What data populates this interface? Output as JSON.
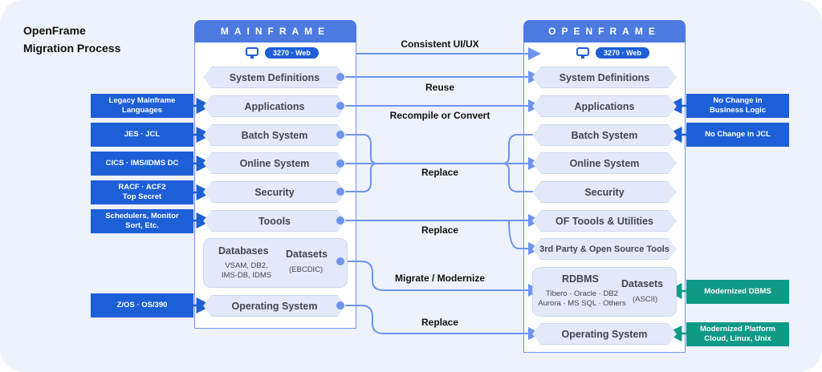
{
  "title": {
    "line1": "OpenFrame",
    "line2": "Migration Process"
  },
  "colors": {
    "header": "#4c7ae0",
    "tag_blue": "#1d5fd6",
    "tag_teal": "#0f9a86",
    "wire": "#6e94f0",
    "node_bg": "#e3e9f8"
  },
  "mainframe": {
    "header": "MAINFRAME",
    "ui_icon": "monitor-icon",
    "ui_badge": "3270 · Web",
    "nodes": [
      "System Definitions",
      "Applications",
      "Batch System",
      "Online System",
      "Security",
      "Toools"
    ],
    "data": {
      "databases": "Databases",
      "databases_sub1": "VSAM, DB2,",
      "databases_sub2": "IMS-DB, IDMS",
      "datasets": "Datasets",
      "datasets_sub": "(EBCDIC)"
    },
    "os": "Operating System"
  },
  "openframe": {
    "header": "OPENFRAME",
    "ui_icon": "monitor-icon",
    "ui_badge": "3270 · Web",
    "nodes": [
      "System Definitions",
      "Applications",
      "Batch System",
      "Online System",
      "Security",
      "OF Toools & Utilities",
      "3rd Party & Open Source Tools"
    ],
    "data": {
      "rdbms": "RDBMS",
      "rdbms_sub1": "Tibero · Oracle · DB2",
      "rdbms_sub2": "Aurora · MS SQL · Others",
      "datasets": "Datasets",
      "datasets_sub": "(ASCII)"
    },
    "os": "Operating System"
  },
  "left_tags": [
    {
      "line1": "Legacy Mainframe",
      "line2": "Languages"
    },
    {
      "line1": "JES · JCL",
      "line2": ""
    },
    {
      "line1": "CICS · IMS/IDMS DC",
      "line2": ""
    },
    {
      "line1": "RACF · ACF2",
      "line2": "Top Secret"
    },
    {
      "line1": "Schedulers, Monitor",
      "line2": "Sort, Etc."
    },
    {
      "line1": "Z/OS · OS/390",
      "line2": ""
    }
  ],
  "right_tags": [
    {
      "line1": "No Change in",
      "line2": "Business Logic"
    },
    {
      "line1": "No Change in JCL",
      "line2": ""
    },
    {
      "line1": "Modernized DBMS",
      "line2": ""
    },
    {
      "line1": "Modernized Platform",
      "line2": "Cloud, Linux, Unix"
    }
  ],
  "transitions": [
    "Consistent UI/UX",
    "Reuse",
    "Recompile or Convert",
    "Replace",
    "Replace",
    "Migrate / Modernize",
    "Replace"
  ]
}
